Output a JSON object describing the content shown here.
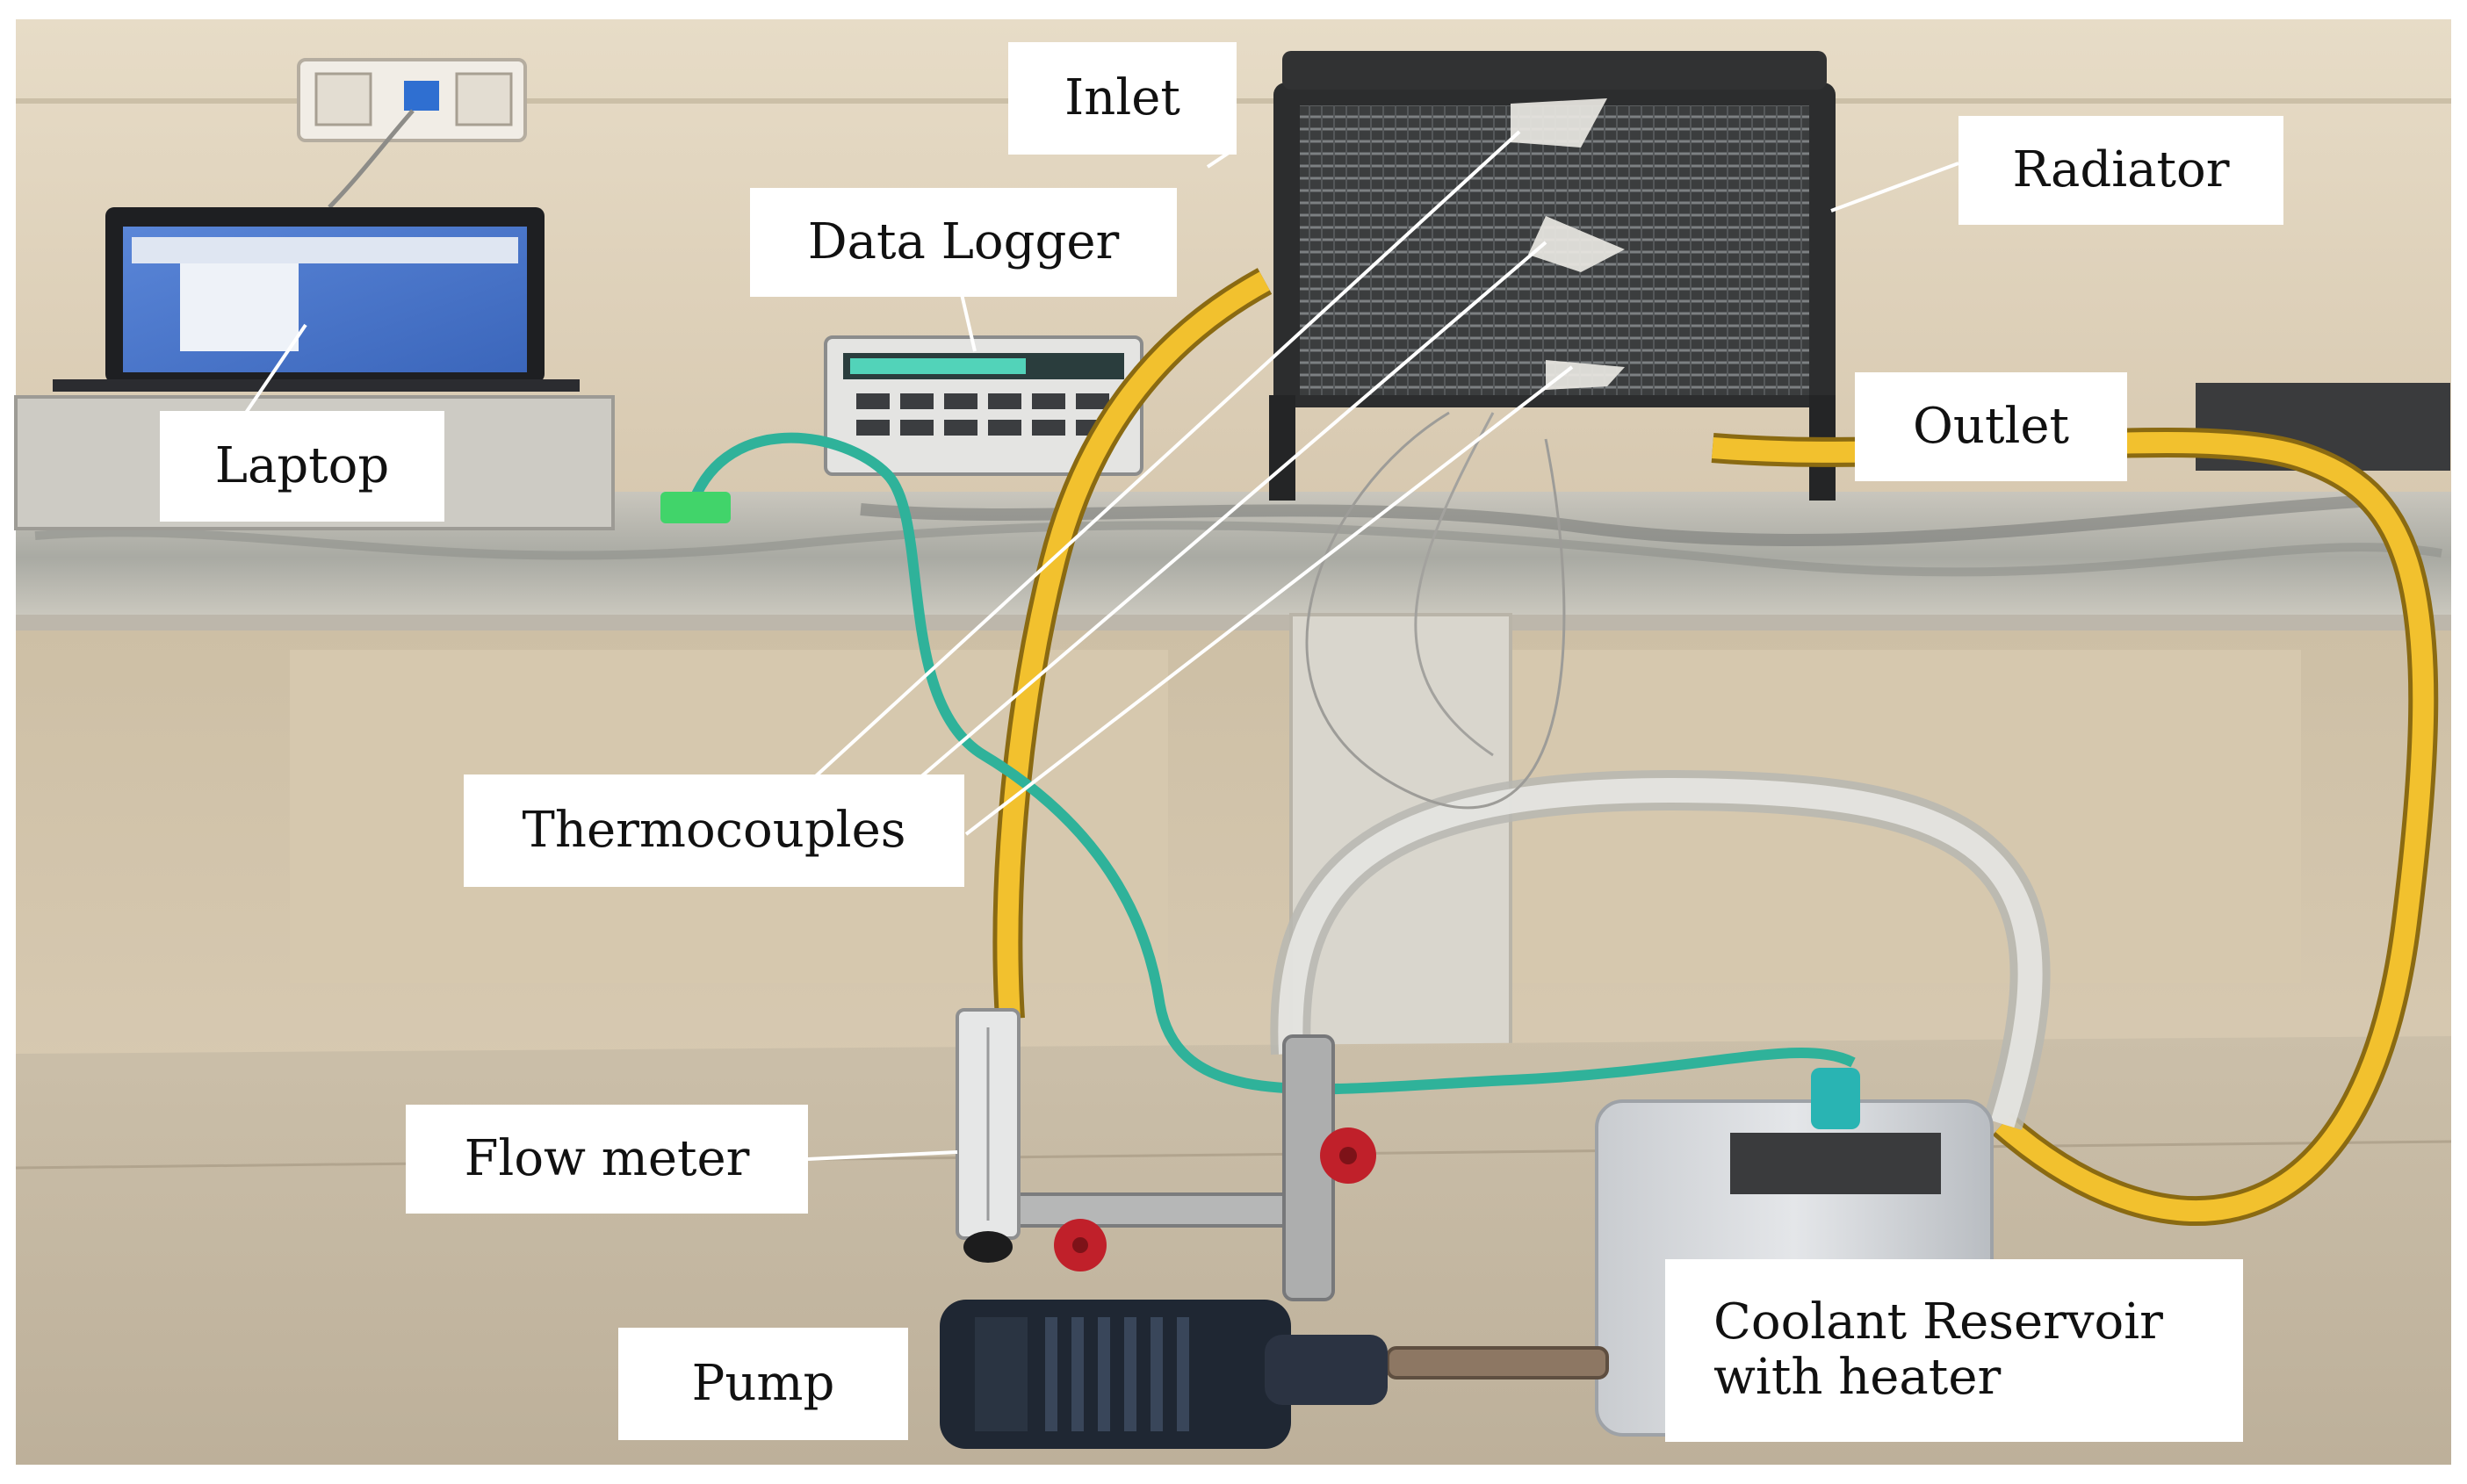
{
  "labels": {
    "inlet": "Inlet",
    "data_logger": "Data Logger",
    "radiator": "Radiator",
    "laptop": "Laptop",
    "outlet": "Outlet",
    "thermocouples": "Thermocouples",
    "flow_meter": "Flow meter",
    "pump": "Pump",
    "reservoir_line1": "Coolant Reservoir",
    "reservoir_line2": "with heater"
  },
  "colors": {
    "hose_yellow": "#f2c12e",
    "cable_teal": "#2fb29a",
    "valve_red": "#c0202a",
    "label_bg": "#ffffff"
  }
}
